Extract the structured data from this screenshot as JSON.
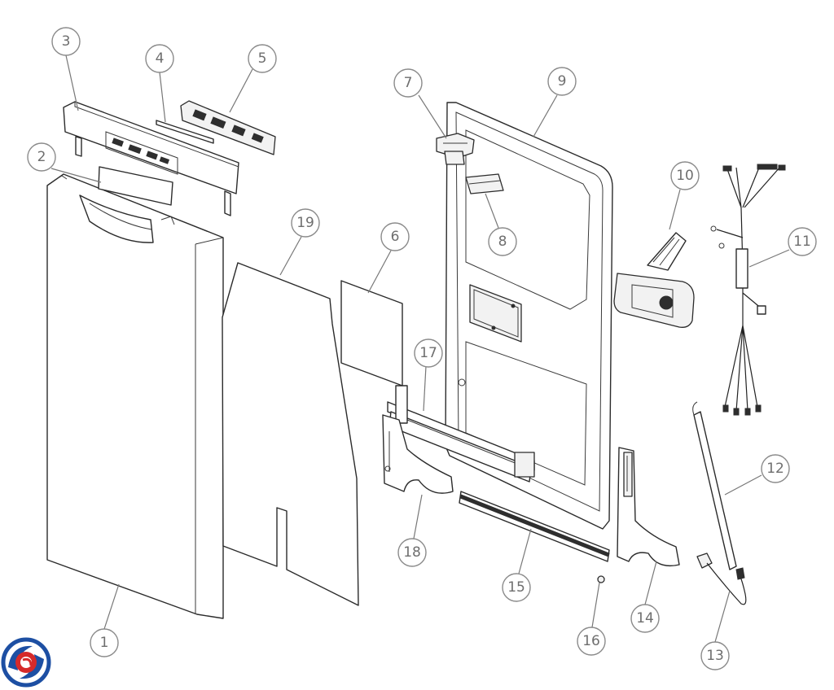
{
  "callouts": [
    {
      "id": "c1",
      "label": "1"
    },
    {
      "id": "c2",
      "label": "2"
    },
    {
      "id": "c3",
      "label": "3"
    },
    {
      "id": "c4",
      "label": "4"
    },
    {
      "id": "c5",
      "label": "5"
    },
    {
      "id": "c6",
      "label": "6"
    },
    {
      "id": "c7",
      "label": "7"
    },
    {
      "id": "c8",
      "label": "8"
    },
    {
      "id": "c9",
      "label": "9"
    },
    {
      "id": "c10",
      "label": "10"
    },
    {
      "id": "c11",
      "label": "11"
    },
    {
      "id": "c12",
      "label": "12"
    },
    {
      "id": "c13",
      "label": "13"
    },
    {
      "id": "c14",
      "label": "14"
    },
    {
      "id": "c15",
      "label": "15"
    },
    {
      "id": "c16",
      "label": "16"
    },
    {
      "id": "c17",
      "label": "17"
    },
    {
      "id": "c18",
      "label": "18"
    },
    {
      "id": "c19",
      "label": "19"
    }
  ],
  "logo": {
    "name": "brand-logo",
    "colors": {
      "blue": "#1d4fa3",
      "red": "#d62a2a"
    }
  }
}
